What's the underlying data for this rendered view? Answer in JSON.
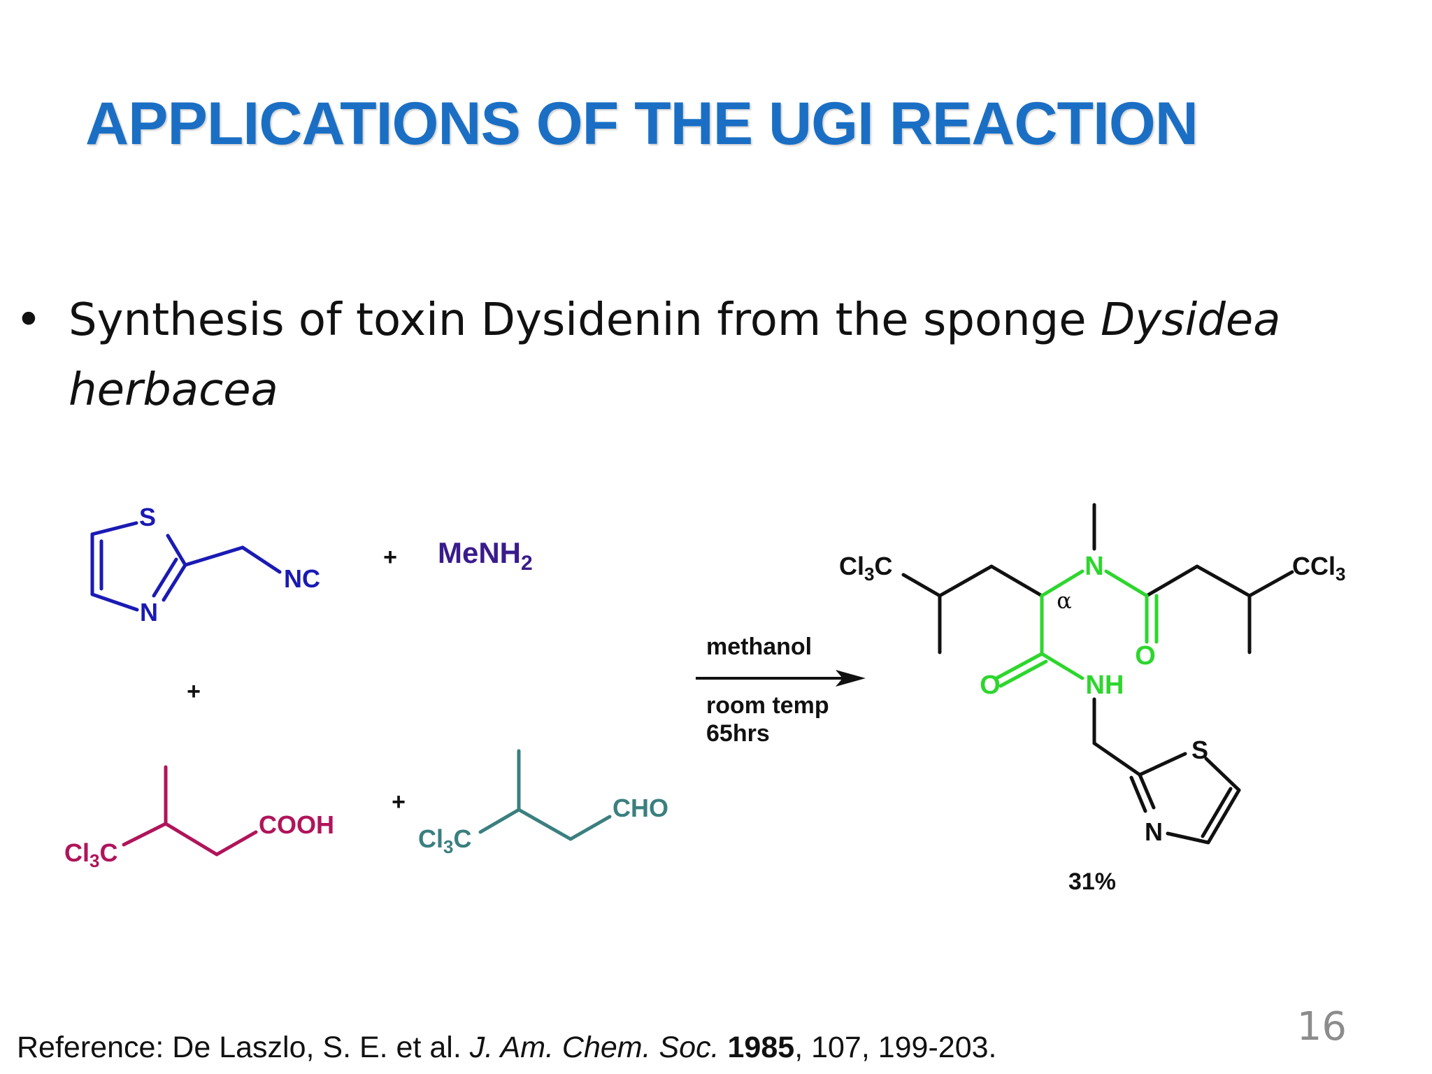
{
  "slide": {
    "title": "APPLICATIONS OF THE UGI REACTION",
    "page_number": "16"
  },
  "bullet": {
    "marker": "•",
    "text_plain": "Synthesis of toxin Dysidenin from the sponge ",
    "text_italic": "Dysidea herbacea"
  },
  "scheme": {
    "isocyanide": {
      "s": "S",
      "n": "N",
      "nc": "NC",
      "color": "#1a1ab4"
    },
    "amine": {
      "label": "MeNH",
      "sub": "2",
      "color": "#3a1b8c"
    },
    "acid": {
      "cl": "Cl",
      "sub": "3",
      "c": "C",
      "group": "COOH",
      "color": "#b0145a"
    },
    "aldehyde": {
      "cl": "Cl",
      "sub": "3",
      "c": "C",
      "group": "CHO",
      "color": "#3b7f7f"
    },
    "plus": "+",
    "conditions": {
      "top": "methanol",
      "bottom_1": "room temp",
      "bottom_2": "65hrs"
    },
    "product": {
      "cl3c_left": {
        "cl": "Cl",
        "sub": "3",
        "c": "C"
      },
      "ccl3_right": {
        "c": "CCl",
        "sub": "3"
      },
      "n": "N",
      "o_right": "O",
      "o_left": "O",
      "nh": "NH",
      "alpha": "α",
      "s": "S",
      "thiazole_n": "N",
      "highlight_color": "#2dd62d",
      "black": "#111111"
    },
    "yield": "31%"
  },
  "reference": {
    "prefix": "Reference: De Laszlo, S. E. et al. ",
    "journal": "J. Am. Chem. Soc.",
    "year": "1985",
    "suffix": ", 107, 199-203."
  }
}
